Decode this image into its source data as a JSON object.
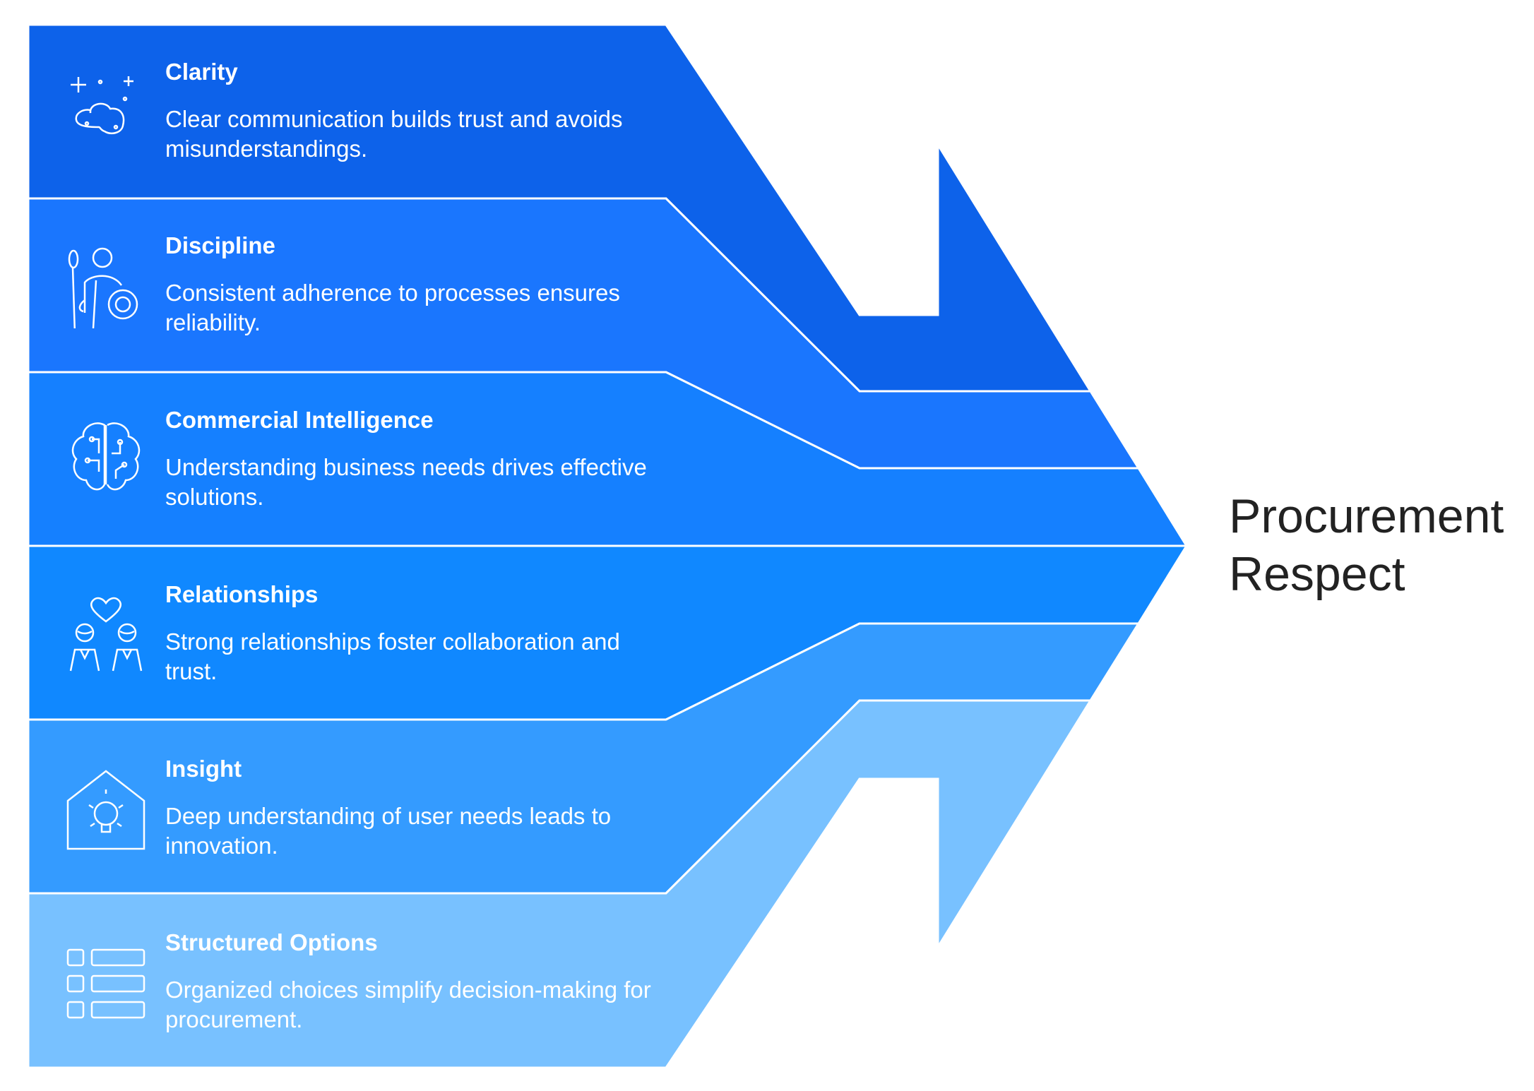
{
  "items": [
    {
      "title": "Clarity",
      "description": "Clear communication builds trust and avoids misunderstandings.",
      "icon": "cloud-sparkle-icon",
      "color": "#0D62EA"
    },
    {
      "title": "Discipline",
      "description": "Consistent adherence to processes ensures reliability.",
      "icon": "warrior-shield-icon",
      "color": "#1A76FE"
    },
    {
      "title": "Commercial Intelligence",
      "description": "Understanding business needs drives effective solutions.",
      "icon": "brain-circuit-icon",
      "color": "#1580FF"
    },
    {
      "title": "Relationships",
      "description": "Strong relationships foster collaboration and trust.",
      "icon": "people-heart-icon",
      "color": "#1088FF"
    },
    {
      "title": "Insight",
      "description": "Deep understanding of user needs leads to innovation.",
      "icon": "house-lightbulb-icon",
      "color": "#349BFF"
    },
    {
      "title": "Structured Options",
      "description": "Organized choices simplify decision-making for procurement.",
      "icon": "list-options-icon",
      "color": "#78C1FF"
    }
  ],
  "headline": {
    "line1": "Procurement",
    "line2": "Respect"
  }
}
